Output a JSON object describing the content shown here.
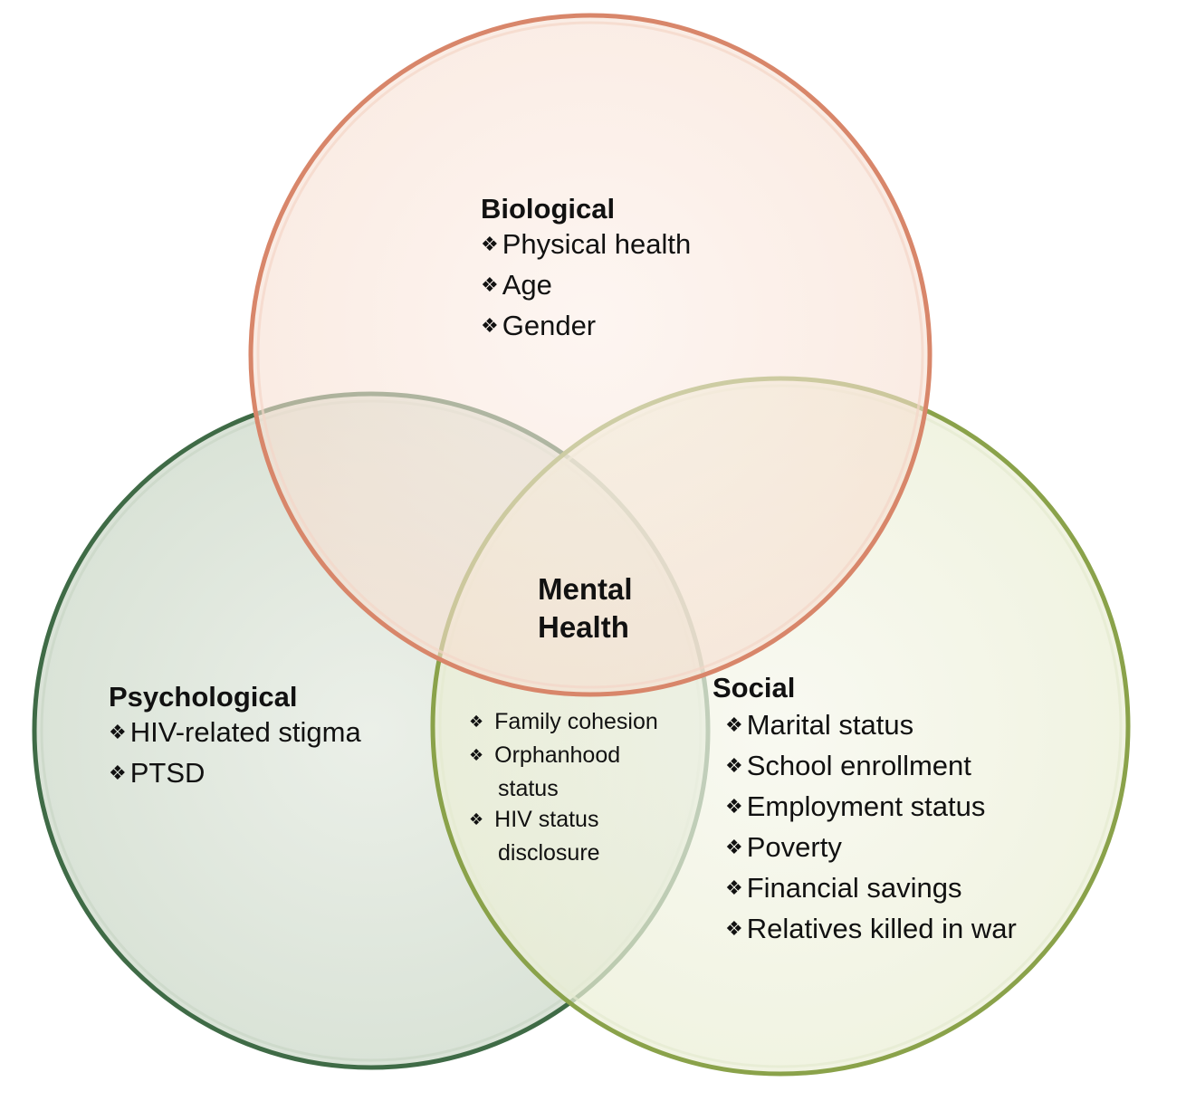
{
  "diagram": {
    "biological": {
      "heading": "Biological",
      "items": [
        "Physical health",
        "Age",
        "Gender"
      ]
    },
    "psychological": {
      "heading": "Psychological",
      "items": [
        "HIV-related stigma",
        "PTSD"
      ]
    },
    "social": {
      "heading": "Social",
      "items": [
        "Marital status",
        "School enrollment",
        "Employment status",
        "Poverty",
        "Financial savings",
        "Relatives killed in war"
      ]
    },
    "overlap": {
      "items": [
        "Family cohesion",
        "Orphanhood status",
        "HIV status disclosure"
      ]
    },
    "center": {
      "line1": "Mental",
      "line2": "Health"
    },
    "colors": {
      "biological_fill": "#f9e3d8",
      "biological_stroke": "#d8866a",
      "psychological_fill": "#d9e2d6",
      "psychological_stroke": "#3f6b46",
      "social_fill": "#eef1dc",
      "social_stroke": "#8aa24a"
    }
  }
}
